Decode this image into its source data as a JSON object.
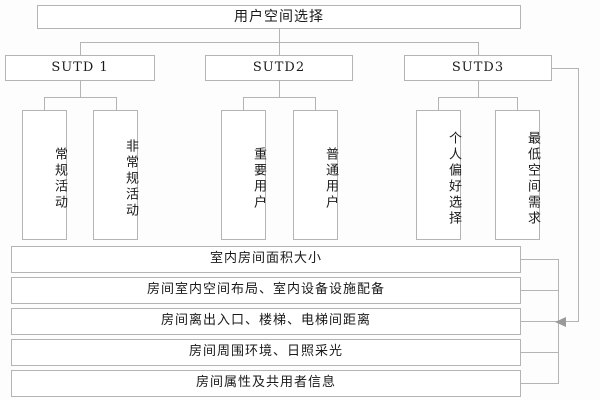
{
  "diagram": {
    "type": "hierarchy-tree",
    "title": "用户空间选择",
    "root": {
      "label": "用户空间选择"
    },
    "groups": [
      {
        "label": "SUTD 1",
        "children": [
          {
            "label": "常规活动"
          },
          {
            "label": "非常规活动"
          }
        ]
      },
      {
        "label": "SUTD2",
        "children": [
          {
            "label": "重要用户"
          },
          {
            "label": "普通用户"
          }
        ]
      },
      {
        "label": "SUTD3",
        "children": [
          {
            "label": "个人偏好选择"
          },
          {
            "label": "最低空间需求"
          }
        ]
      }
    ],
    "attributes": [
      {
        "label": "室内房间面积大小"
      },
      {
        "label": "房间室内空间布局、室内设备设施配备"
      },
      {
        "label": "房间离出入口、楼梯、电梯间距离"
      },
      {
        "label": "房间周围环境、日照采光"
      },
      {
        "label": "房间属性及共用者信息"
      }
    ],
    "feedback_arrow": {
      "direction": "left",
      "from": "SUTD3",
      "to": "attribute-bus"
    },
    "colors": {
      "border": "#b4b4b4",
      "line": "#b4b4b4",
      "arrow": "#9a9a9a",
      "text": "#1a1a1a",
      "background": "#fdfdfd",
      "box_fill": "#ffffff"
    }
  }
}
